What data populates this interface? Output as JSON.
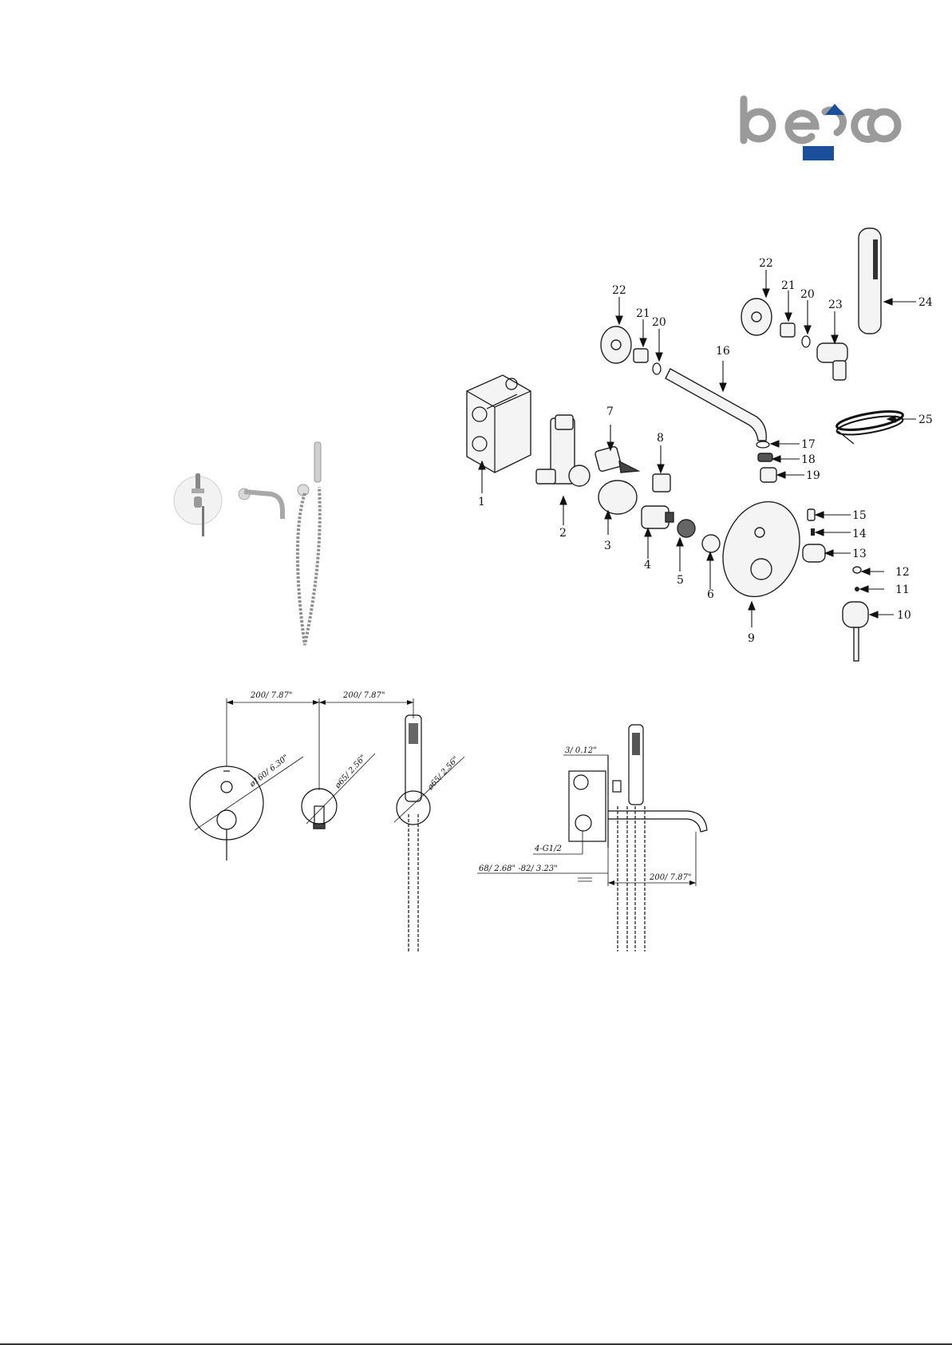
{
  "brand": {
    "logo_text": "besco",
    "grey": "#9a9a9a",
    "blue": "#1b4f9c"
  },
  "exploded_view": {
    "labels": [
      "1",
      "2",
      "3",
      "4",
      "5",
      "6",
      "7",
      "8",
      "9",
      "10",
      "11",
      "12",
      "13",
      "14",
      "15",
      "16",
      "17",
      "18",
      "19",
      "20",
      "21",
      "22",
      "20",
      "21",
      "22",
      "23",
      "24",
      "25"
    ]
  },
  "dimensions": {
    "spacing_1": "200/ 7.87\"",
    "spacing_2": "200/ 7.87\"",
    "plate_diameter": "ø160/ 6.30\"",
    "spout_flange_diameter": "ø65/ 2.56\"",
    "holder_flange_diameter": "ø65/ 2.56\"",
    "plate_gap": "3/ 0.12\"",
    "connections": "4-G1/2",
    "wall_depth": "68/ 2.68\" -82/ 3.23\"",
    "spout_reach": "200/ 7.87\""
  }
}
